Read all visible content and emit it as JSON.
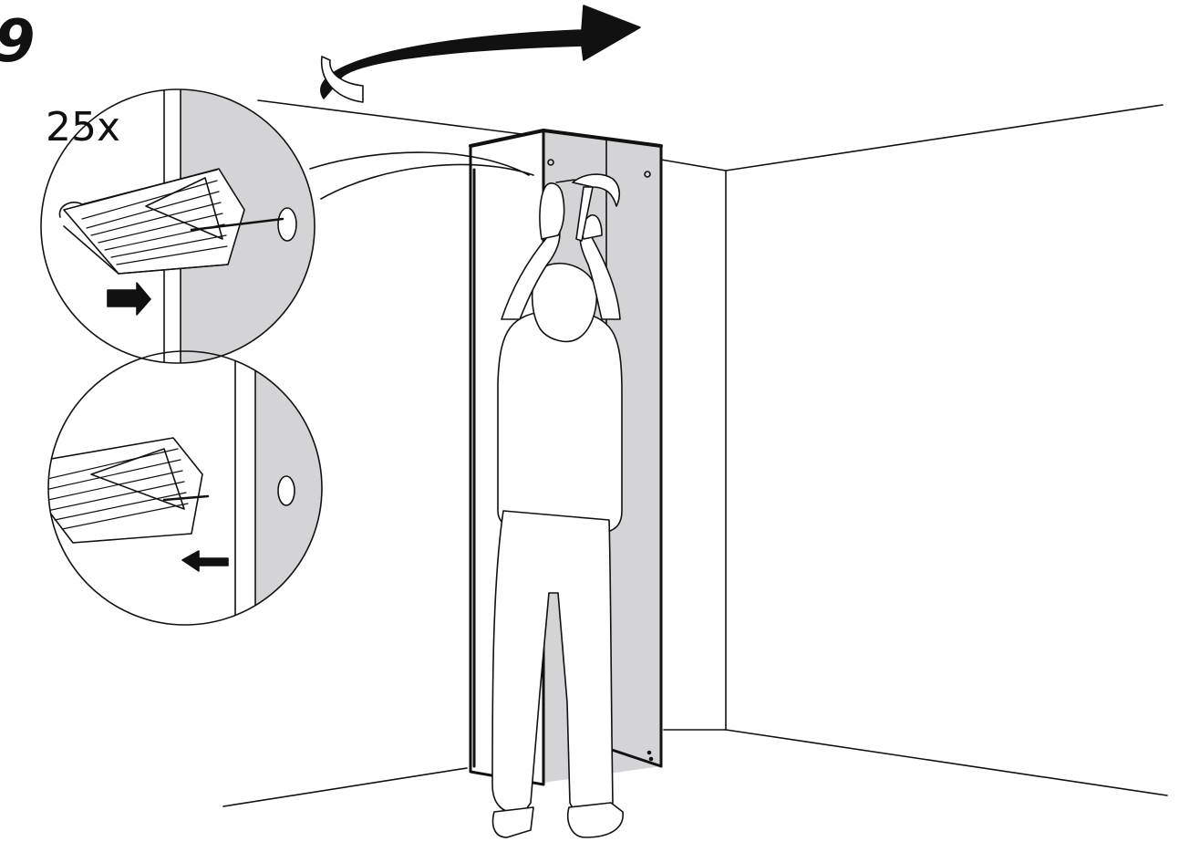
{
  "step": {
    "number": "9",
    "quantity": "25x"
  },
  "colors": {
    "line": "#111111",
    "panel_fill": "#d4d4d6",
    "background": "#ffffff"
  },
  "icons": {
    "rotate": "curved-arrow-right",
    "push_in": "arrow-right",
    "pull_out": "arrow-left"
  }
}
